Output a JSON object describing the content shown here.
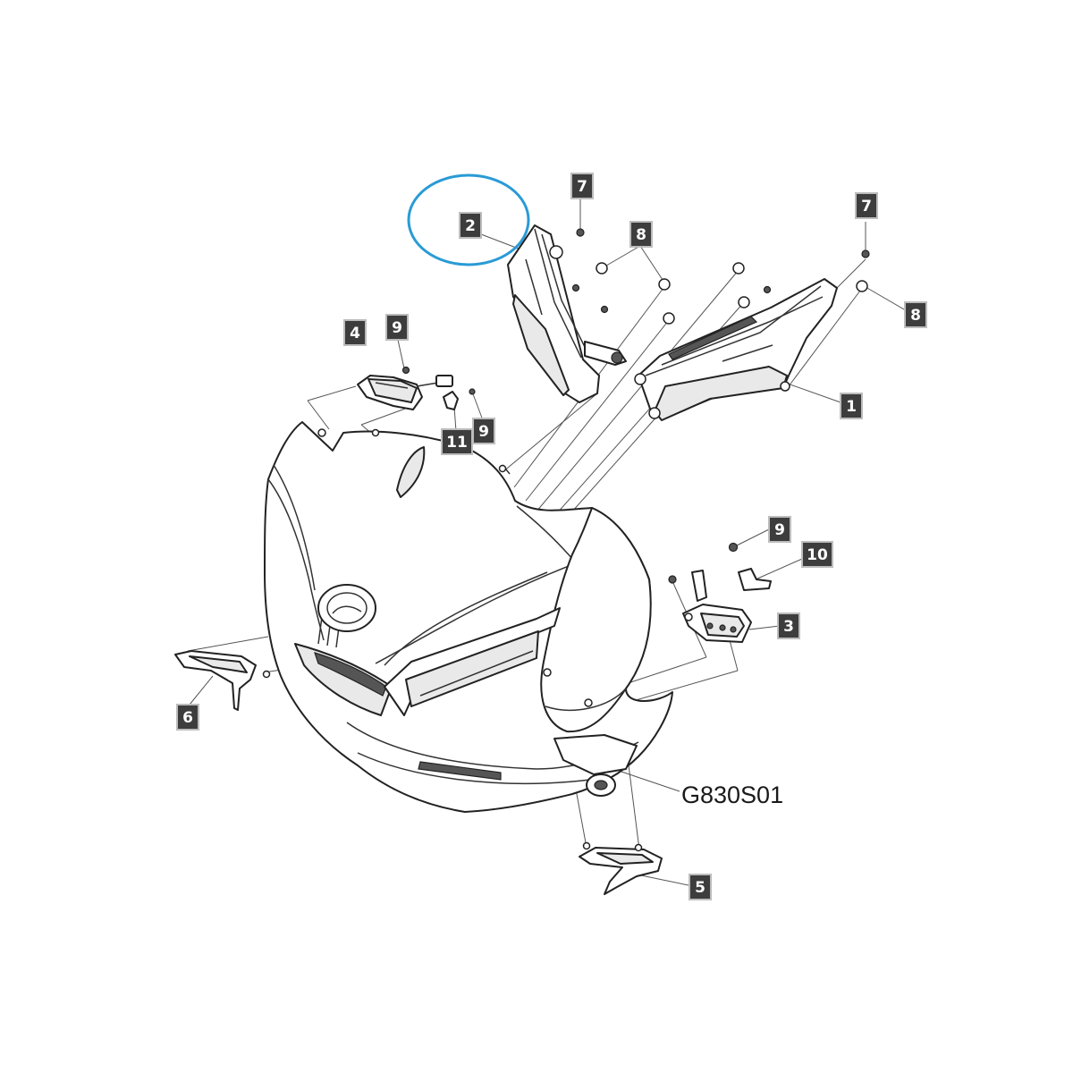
{
  "diagram_code": "G830S01",
  "callouts": [
    "1",
    "2",
    "3",
    "4",
    "5",
    "6",
    "7",
    "7",
    "8",
    "8",
    "9",
    "9",
    "9",
    "10",
    "11"
  ],
  "highlight_color": "#2a9bd6",
  "callout_color": "#3d3d3d"
}
